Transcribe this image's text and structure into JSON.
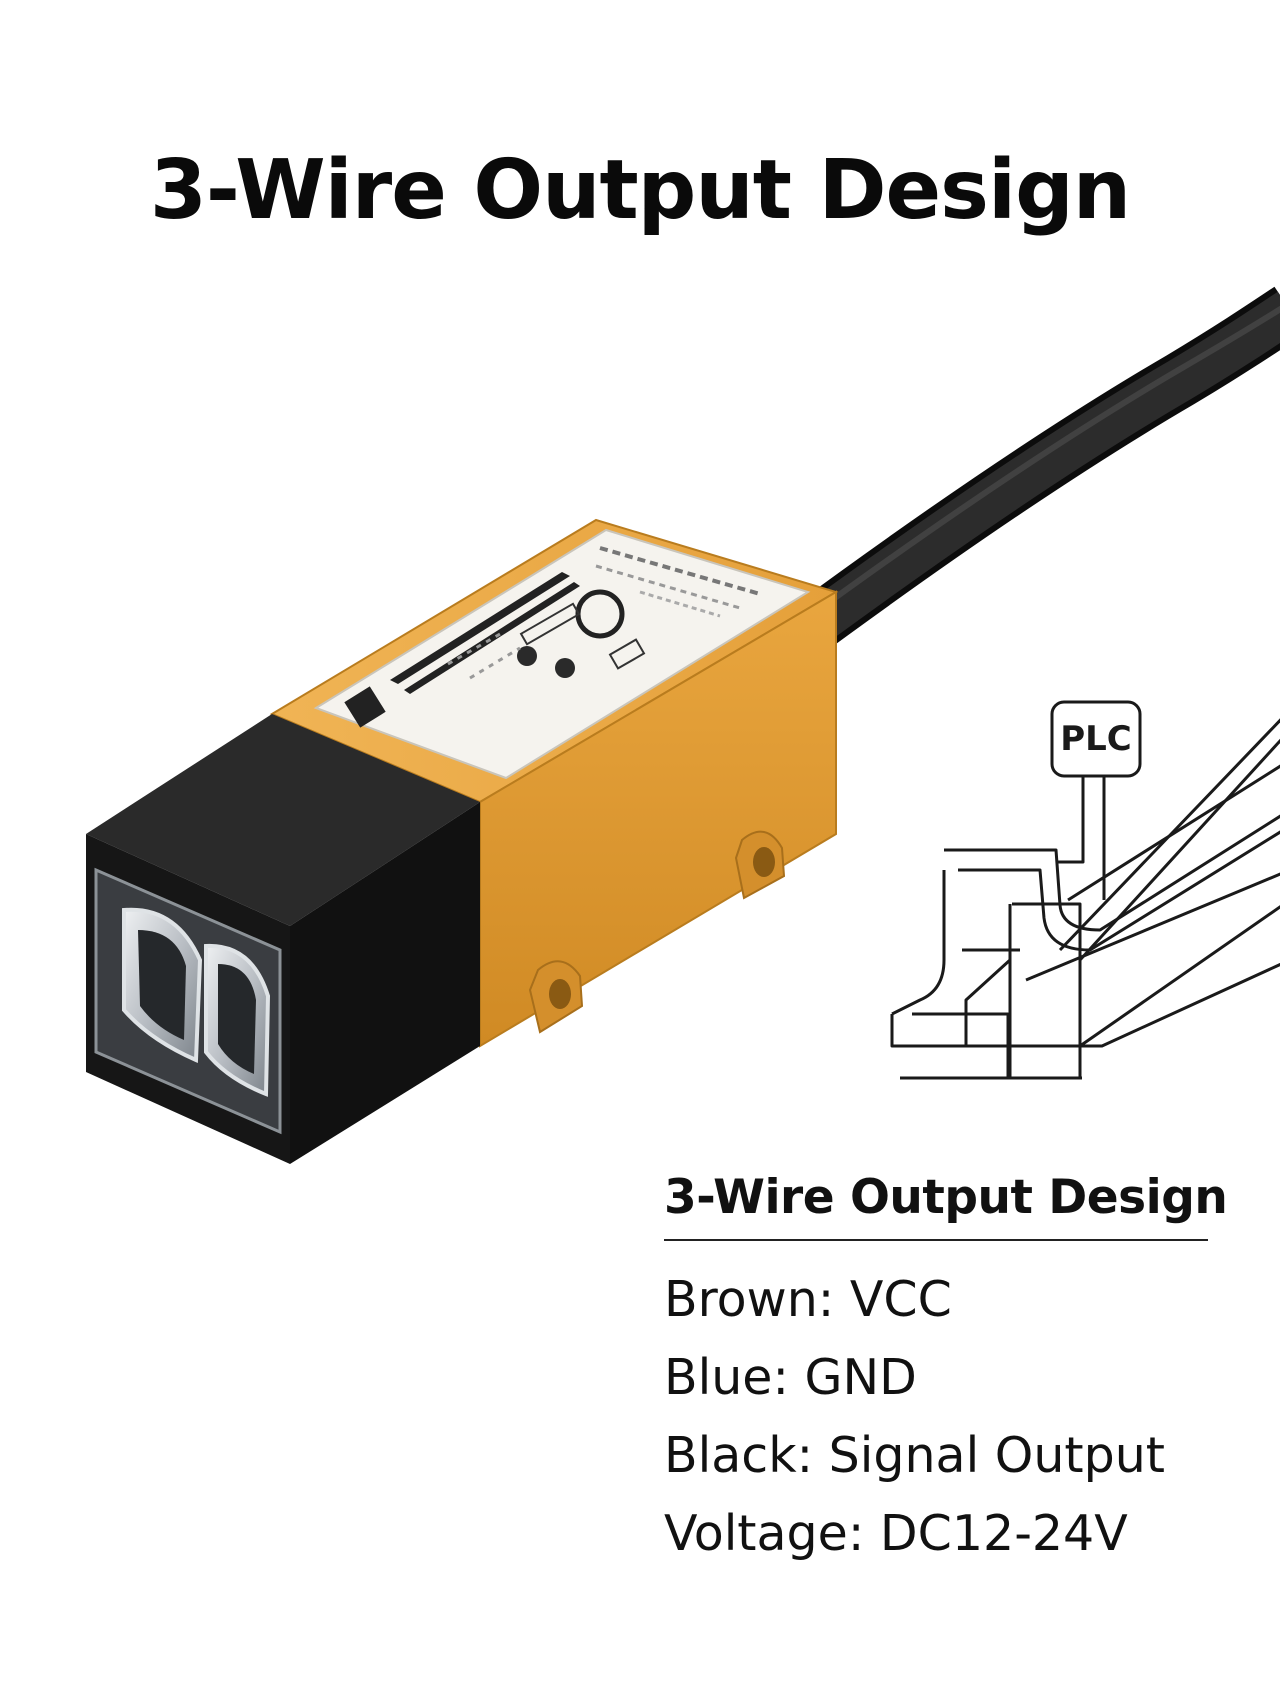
{
  "title": "3-Wire Output Design",
  "diagram": {
    "plc_label": "PLC"
  },
  "spec": {
    "heading": "3-Wire Output Design",
    "items": [
      {
        "wire": "Brown",
        "value": "VCC"
      },
      {
        "wire": "Blue",
        "value": "GND"
      },
      {
        "wire": "Black",
        "value": "Signal Output"
      },
      {
        "wire": "Voltage",
        "value": "DC12-24V"
      }
    ]
  },
  "colors": {
    "sensor_body": "#E8A33A",
    "sensor_head": "#141414",
    "cable": "#1e1e1e",
    "label_panel": "#f4f2ec",
    "text": "#111111"
  }
}
